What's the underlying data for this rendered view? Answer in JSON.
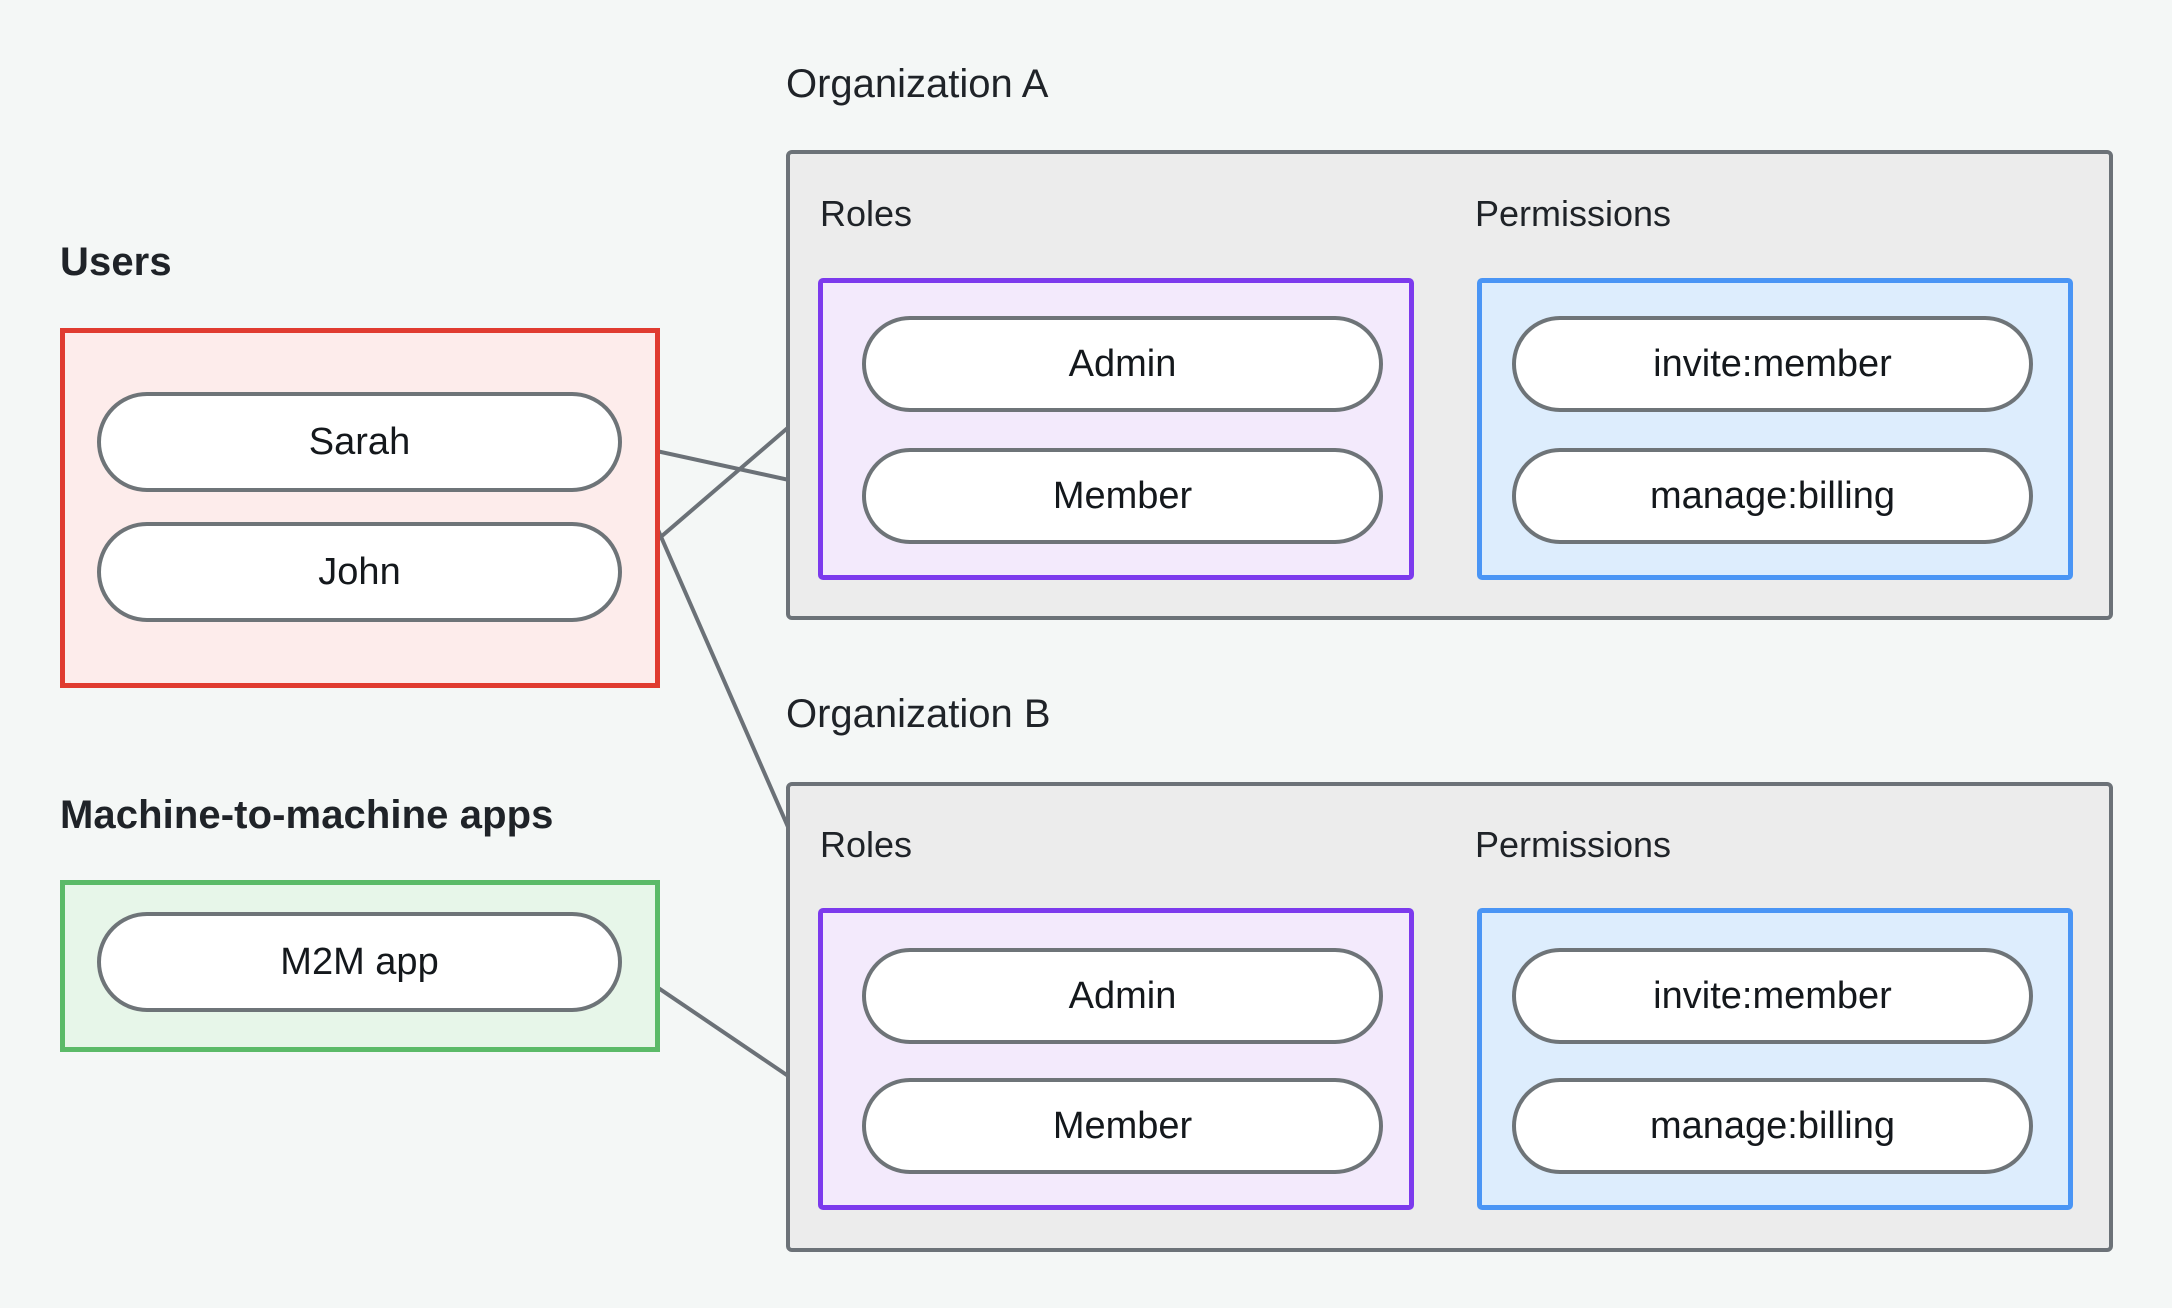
{
  "diagram": {
    "title_users": "Users",
    "title_m2m": "Machine-to-machine apps",
    "title_org_a": "Organization A",
    "title_org_b": "Organization B",
    "label_roles": "Roles",
    "label_permissions": "Permissions"
  },
  "users": {
    "items": [
      {
        "id": "sarah",
        "label": "Sarah"
      },
      {
        "id": "john",
        "label": "John"
      }
    ]
  },
  "m2m": {
    "items": [
      {
        "id": "m2m-app",
        "label": "M2M app"
      }
    ]
  },
  "org_a": {
    "name": "Organization A",
    "roles_label": "Roles",
    "permissions_label": "Permissions",
    "roles": [
      {
        "id": "a-admin",
        "label": "Admin"
      },
      {
        "id": "a-member",
        "label": "Member"
      }
    ],
    "permissions": [
      {
        "id": "a-invite",
        "label": "invite:member"
      },
      {
        "id": "a-billing",
        "label": "manage:billing"
      }
    ]
  },
  "org_b": {
    "name": "Organization B",
    "roles_label": "Roles",
    "permissions_label": "Permissions",
    "roles": [
      {
        "id": "b-admin",
        "label": "Admin"
      },
      {
        "id": "b-member",
        "label": "Member"
      }
    ],
    "permissions": [
      {
        "id": "b-invite",
        "label": "invite:member"
      },
      {
        "id": "b-billing",
        "label": "manage:billing"
      }
    ]
  },
  "connections": [
    {
      "from": "sarah",
      "to": "a-member"
    },
    {
      "from": "sarah",
      "to": "b-admin"
    },
    {
      "from": "john",
      "to": "a-admin"
    },
    {
      "from": "m2m-app",
      "to": "b-member"
    },
    {
      "from": "a-admin",
      "to": "a-invite"
    },
    {
      "from": "a-admin",
      "to": "a-billing"
    },
    {
      "from": "a-member",
      "to": "a-billing"
    },
    {
      "from": "b-admin",
      "to": "b-invite"
    },
    {
      "from": "b-admin",
      "to": "b-billing"
    },
    {
      "from": "b-member",
      "to": "b-billing"
    }
  ],
  "colors": {
    "canvas": "#f4f7f6",
    "users_border": "#e03b30",
    "users_fill": "#fdeceb",
    "m2m_border": "#5bba68",
    "m2m_fill": "#e7f6e9",
    "org_border": "#6c7278",
    "org_fill": "#ececec",
    "roles_border": "#7c3aed",
    "roles_fill": "#f3eafc",
    "perms_border": "#4a95f5",
    "perms_fill": "#ddedfd",
    "node_border": "#6e7478",
    "node_fill": "#ffffff",
    "edge": "#6b7177",
    "text": "#1f2328"
  }
}
